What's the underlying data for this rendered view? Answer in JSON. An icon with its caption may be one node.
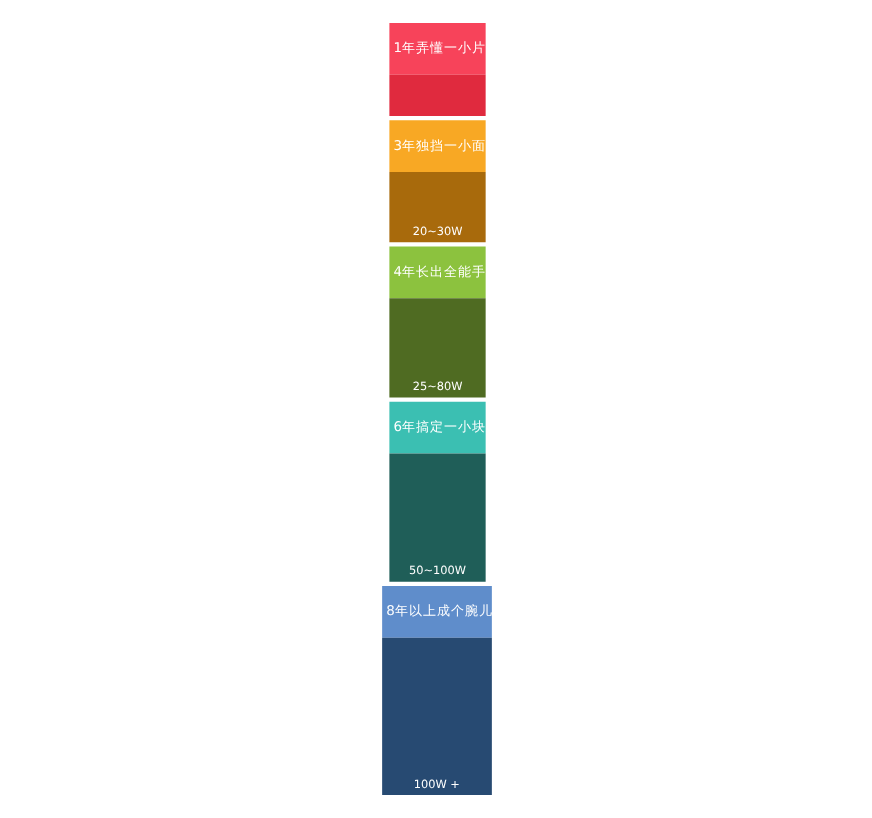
{
  "diagram": {
    "nodes": [
      {
        "text": [
          "1年弄懂一小片"
        ]
      },
      {
        "text": [
          "3年独挡一小面",
          "20~30W"
        ]
      },
      {
        "text": [
          "4年长出全能手",
          "25~80W"
        ]
      },
      {
        "text": [
          "6年搞定一小块",
          "50~100W"
        ]
      },
      {
        "text": [
          "8年以上成个腕儿",
          "100W +"
        ]
      }
    ]
  }
}
